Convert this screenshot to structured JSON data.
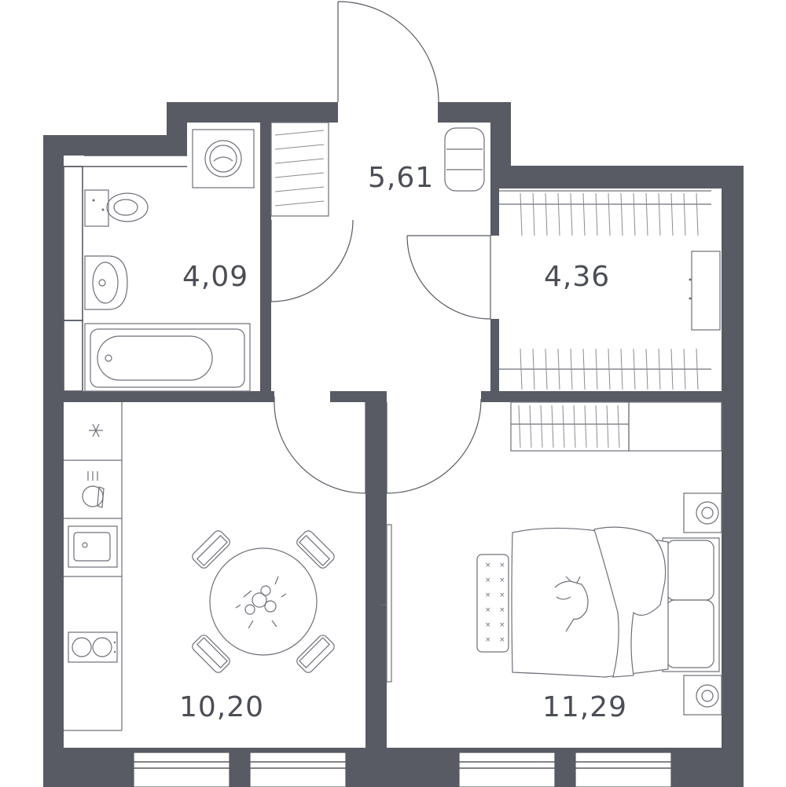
{
  "colors": {
    "wall": "#585b63",
    "line": "#6e7079",
    "background": "#ffffff"
  },
  "rooms": [
    {
      "id": "hall",
      "area": "5,61"
    },
    {
      "id": "bathroom",
      "area": "4,09"
    },
    {
      "id": "wardrobe",
      "area": "4,36"
    },
    {
      "id": "kitchen",
      "area": "10,20"
    },
    {
      "id": "bedroom",
      "area": "11,29"
    }
  ],
  "icons": [
    "washing-machine-icon",
    "toilet-icon",
    "sink-icon",
    "bathtub-icon",
    "fridge-icon",
    "dishwasher-icon",
    "kitchen-sink-icon",
    "cooktop-icon",
    "dining-table-icon",
    "bed-icon",
    "nightstand-lamp-icon",
    "bench-icon",
    "cat-icon",
    "mirror-icon",
    "wardrobe-icon"
  ]
}
